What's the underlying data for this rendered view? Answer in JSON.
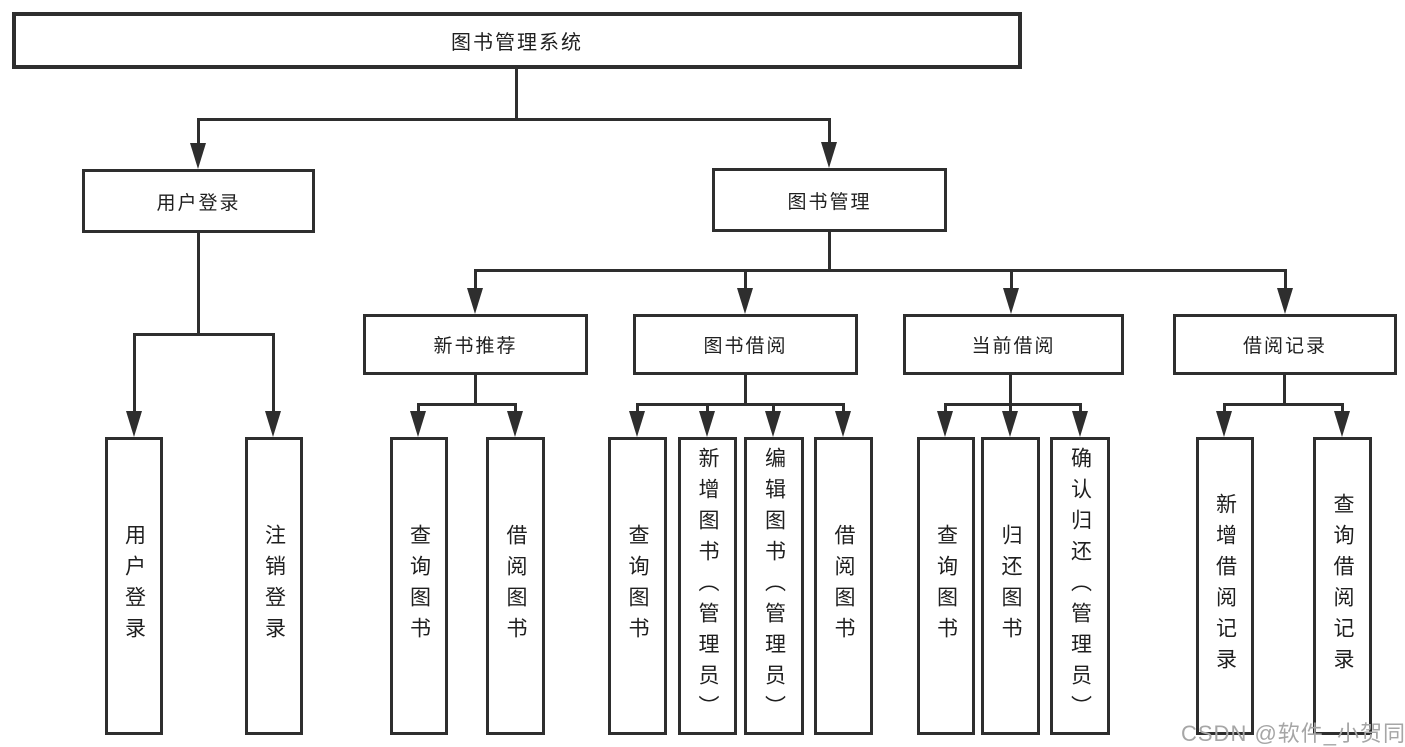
{
  "tree": {
    "label": "图书管理系统",
    "children": [
      {
        "label": "用户登录",
        "children": [
          {
            "label": "用户登录"
          },
          {
            "label": "注销登录"
          }
        ]
      },
      {
        "label": "图书管理",
        "children": [
          {
            "label": "新书推荐",
            "children": [
              {
                "label": "查询图书"
              },
              {
                "label": "借阅图书"
              }
            ]
          },
          {
            "label": "图书借阅",
            "children": [
              {
                "label": "查询图书"
              },
              {
                "label": "新增图书（管理员）"
              },
              {
                "label": "编辑图书（管理员）"
              },
              {
                "label": "借阅图书"
              }
            ]
          },
          {
            "label": "当前借阅",
            "children": [
              {
                "label": "查询图书"
              },
              {
                "label": "归还图书"
              },
              {
                "label": "确认归还（管理员）"
              }
            ]
          },
          {
            "label": "借阅记录",
            "children": [
              {
                "label": "新增借阅记录"
              },
              {
                "label": "查询借阅记录"
              }
            ]
          }
        ]
      }
    ]
  },
  "watermark": {
    "text": "CSDN @软件_小贺同学"
  },
  "colors": {
    "line": "#2e2e2e",
    "text": "#1f1f1f",
    "background": "#ffffff",
    "watermark": "#a6a6a6"
  }
}
